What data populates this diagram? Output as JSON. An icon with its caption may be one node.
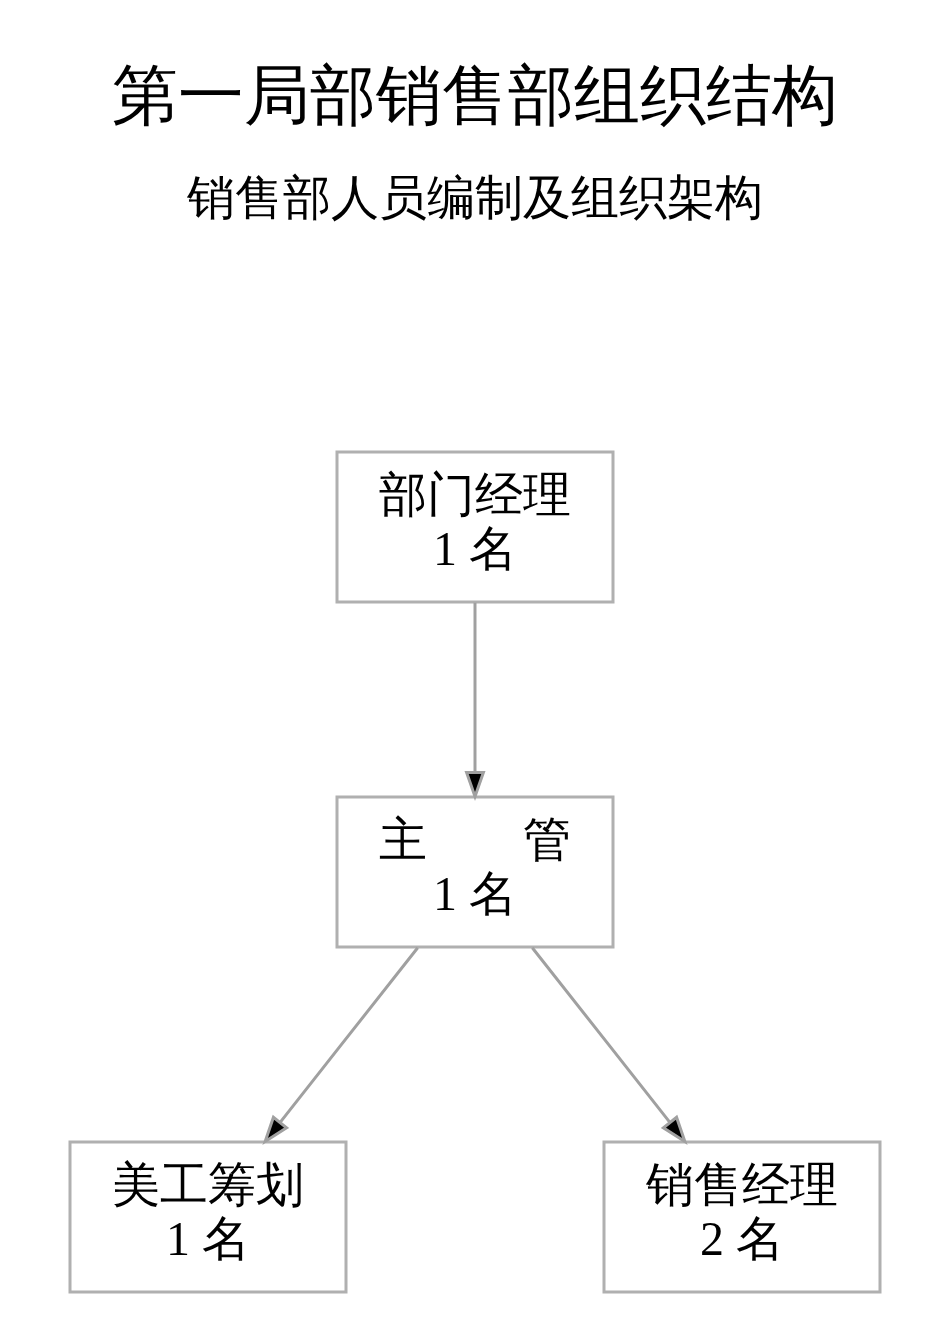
{
  "diagram": {
    "title": "第一局部销售部组织结构",
    "nodes": [
      {
        "text": [
          "部门经理",
          "1 名"
        ]
      },
      {
        "text": [
          "主　　管",
          "1 名"
        ]
      },
      {
        "text": [
          "美工筹划",
          "1 名"
        ]
      },
      {
        "text": [
          "销售经理",
          "2 名"
        ]
      }
    ],
    "edges": [
      {
        "from": 0,
        "to": 1,
        "arrow": "to"
      },
      {
        "from": 1,
        "to": 2,
        "arrow": "to"
      },
      {
        "from": 1,
        "to": 3,
        "arrow": "to"
      }
    ],
    "labels": [
      "销售部人员编制及组织架构"
    ]
  }
}
